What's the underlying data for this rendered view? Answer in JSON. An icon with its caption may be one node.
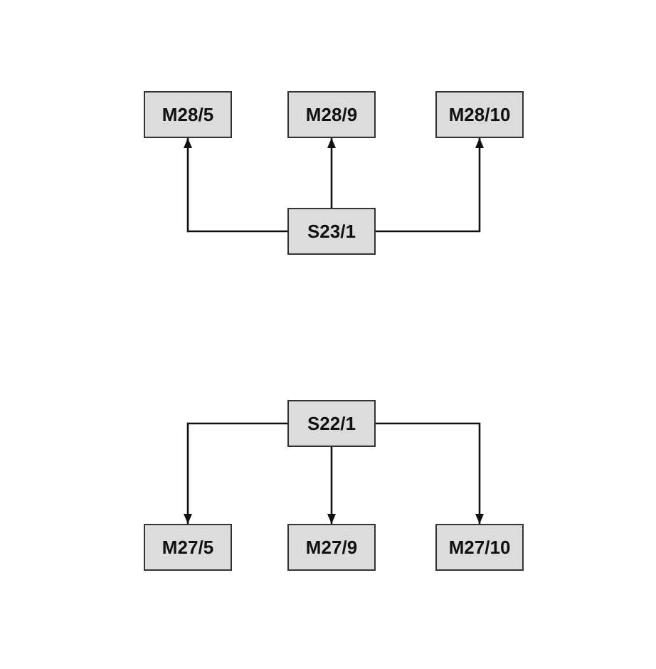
{
  "diagram": {
    "nodes": [
      {
        "text": [
          "M28/5"
        ]
      },
      {
        "text": [
          "M28/9"
        ]
      },
      {
        "text": [
          "M28/10"
        ]
      },
      {
        "text": [
          "S23/1"
        ]
      },
      {
        "text": [
          "S22/1"
        ]
      },
      {
        "text": [
          "M27/5"
        ]
      },
      {
        "text": [
          "M27/9"
        ]
      },
      {
        "text": [
          "M27/10"
        ]
      }
    ],
    "edges": [
      {
        "from": 3,
        "to": 0,
        "arrow": "to"
      },
      {
        "from": 3,
        "to": 1,
        "arrow": "to"
      },
      {
        "from": 3,
        "to": 2,
        "arrow": "to"
      },
      {
        "from": 4,
        "to": 5,
        "arrow": "to"
      },
      {
        "from": 4,
        "to": 6,
        "arrow": "to"
      },
      {
        "from": 4,
        "to": 7,
        "arrow": "to"
      }
    ]
  }
}
